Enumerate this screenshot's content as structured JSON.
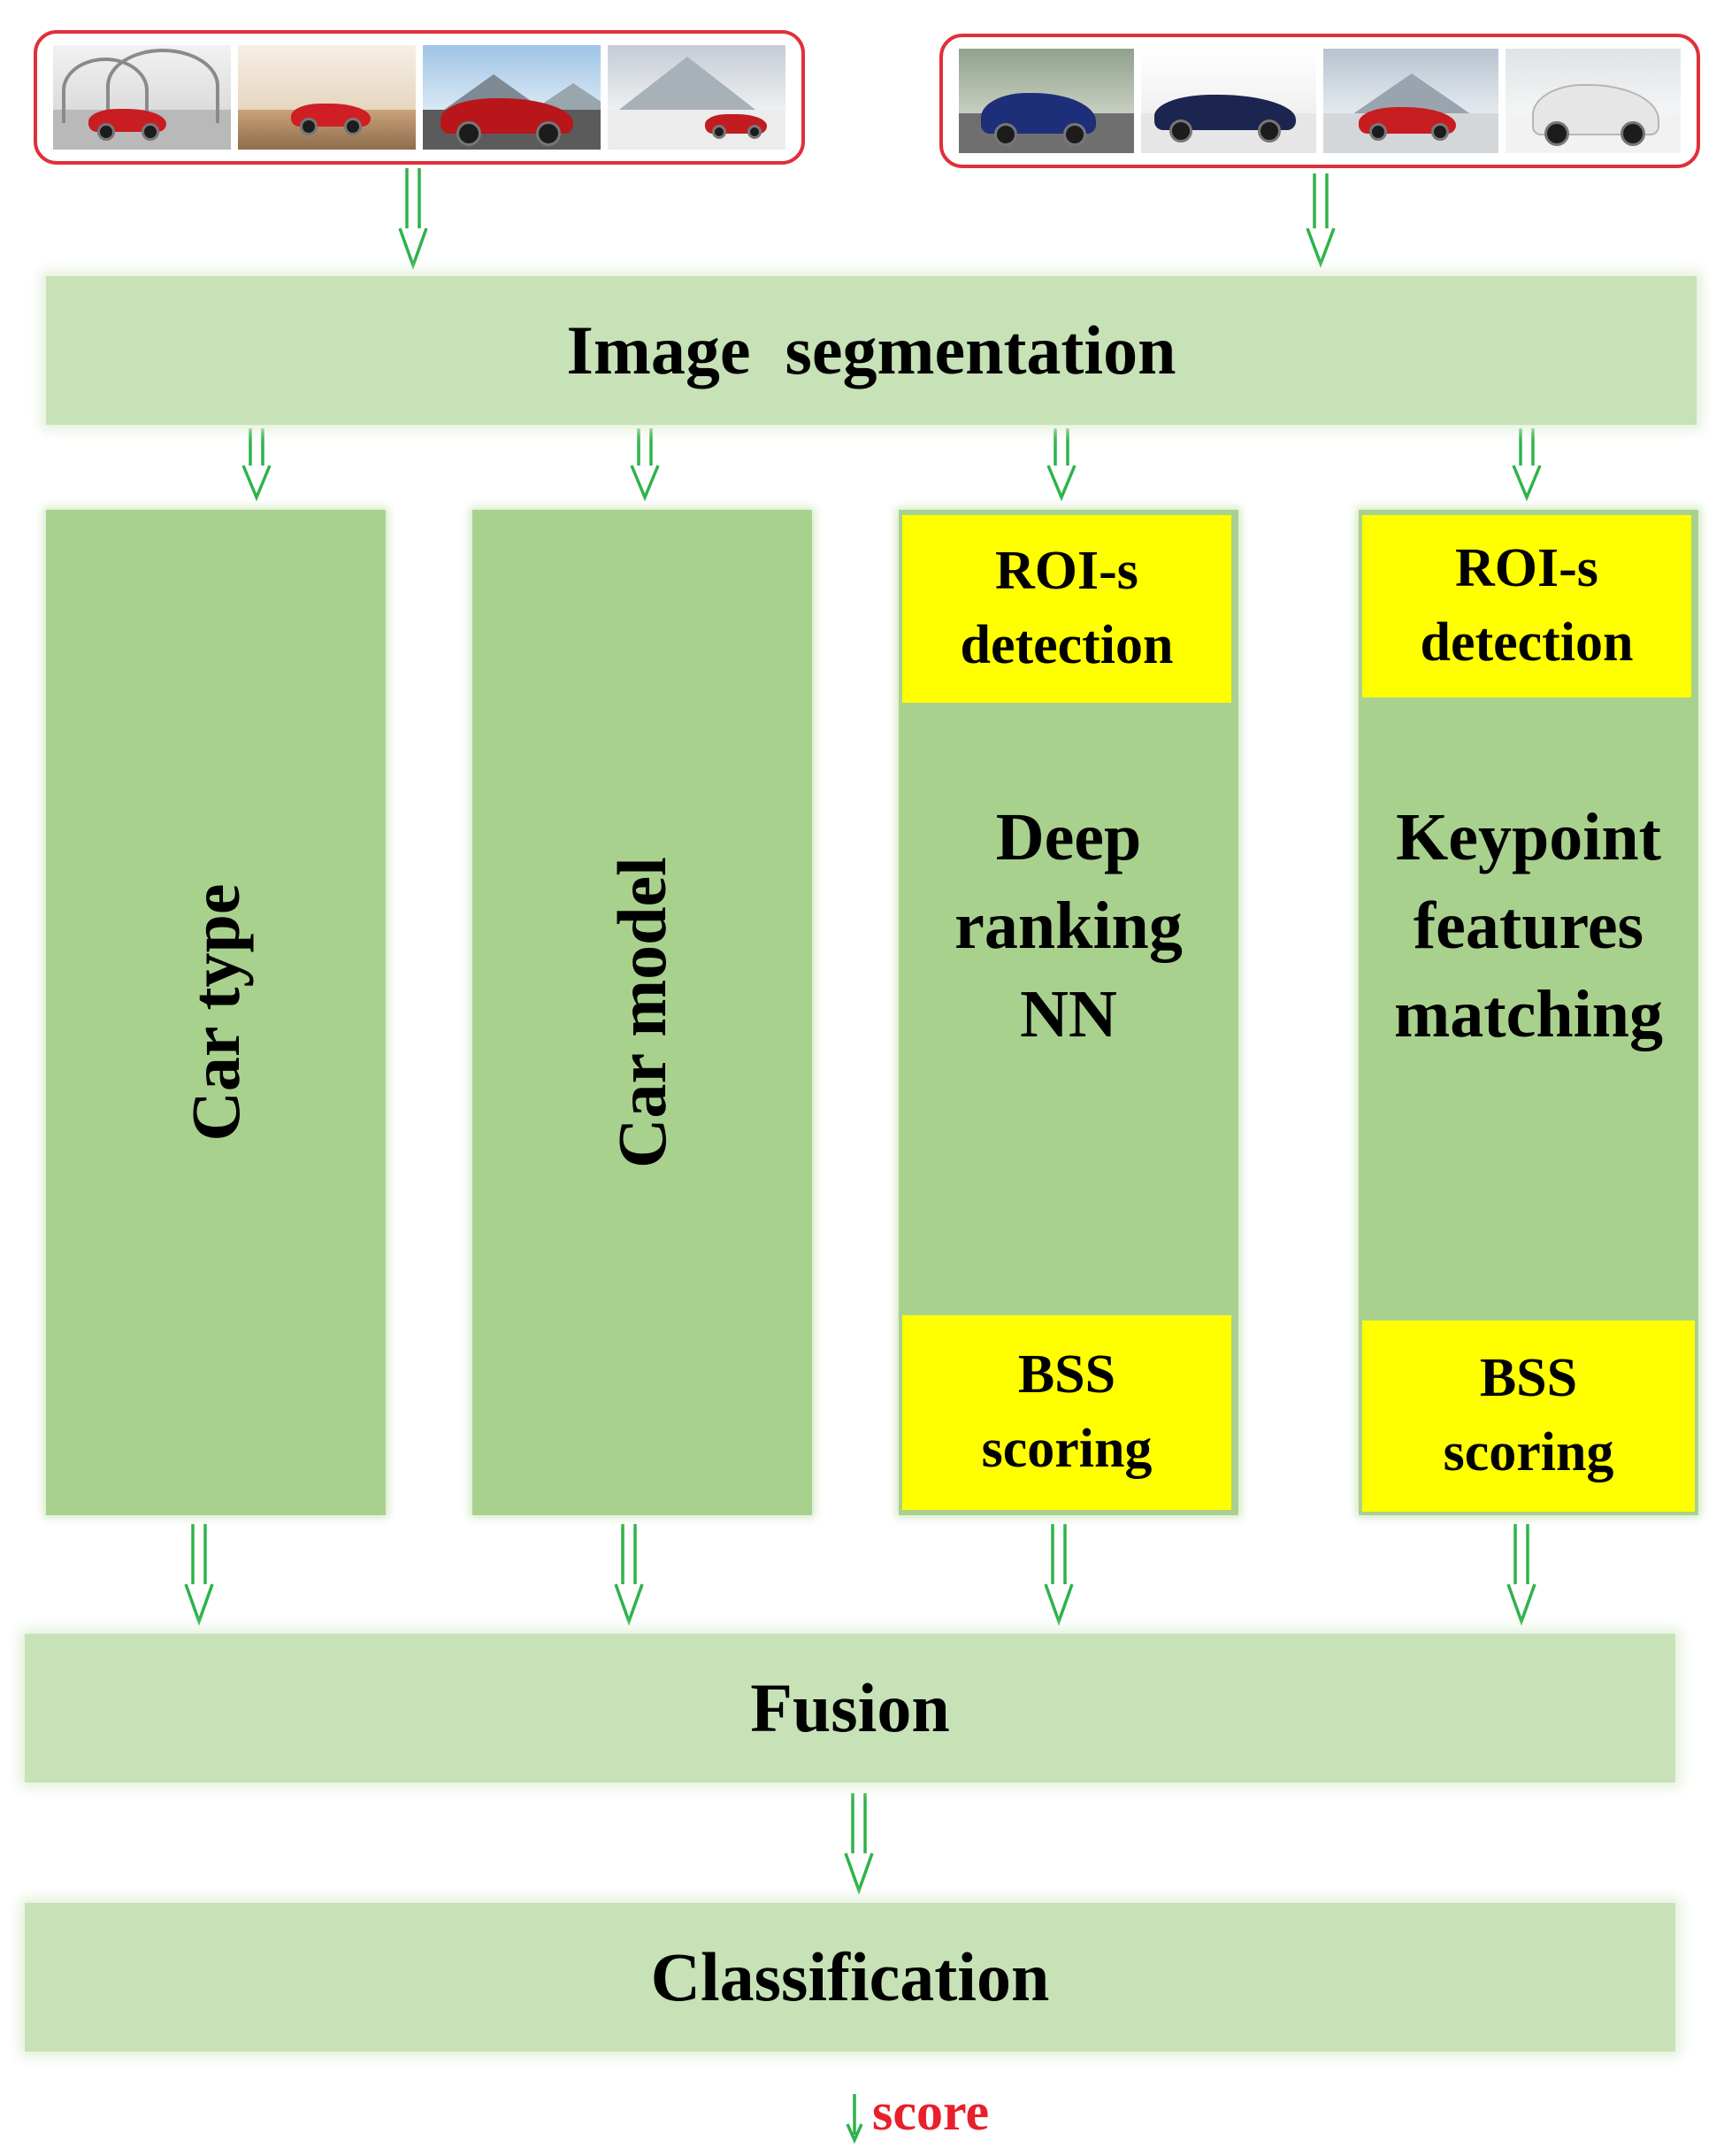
{
  "diagram": {
    "stages": {
      "segmentation": "Image  segmentation",
      "fusion": "Fusion",
      "classification": "Classification"
    },
    "branches": [
      {
        "label": "Car type"
      },
      {
        "label": "Car model"
      },
      {
        "top": [
          "ROI-s",
          "detection"
        ],
        "middle": [
          "Deep",
          "ranking",
          "NN"
        ],
        "bottom": [
          "BSS",
          "scoring"
        ]
      },
      {
        "top": [
          "ROI-s",
          "detection"
        ],
        "middle": [
          "Keypoint",
          "features",
          "matching"
        ],
        "bottom": [
          "BSS",
          "scoring"
        ]
      }
    ],
    "output": "score"
  },
  "image_strips": {
    "left": [
      "car-on-bridge",
      "car-in-desert",
      "car-in-mountains",
      "car-in-snow"
    ],
    "right": [
      "blue-car-on-road",
      "blue-car-studio",
      "red-car-snowy-road",
      "white-car-snow"
    ]
  },
  "colors": {
    "wide_box": "#c6e2b6",
    "column": "#a9d18e",
    "highlight": "#ffff00",
    "arrow": "#2eb34a",
    "strip_border": "#e0303a",
    "score_text": "#e8202a"
  }
}
